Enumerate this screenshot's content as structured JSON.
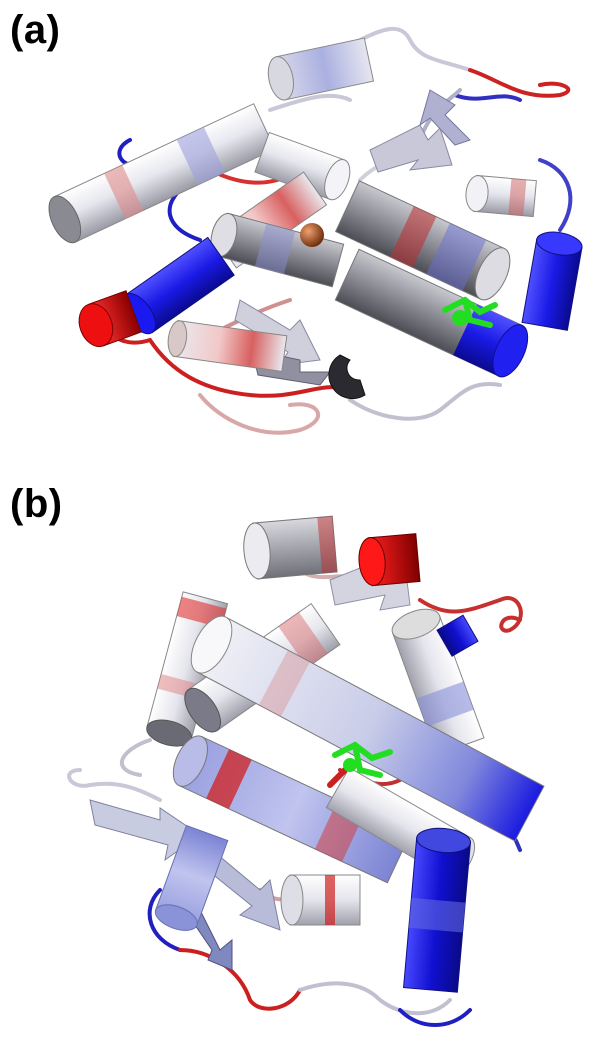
{
  "figure": {
    "panels": [
      {
        "id": "a",
        "label": "(a)"
      },
      {
        "id": "b",
        "label": "(b)"
      }
    ]
  },
  "colors": {
    "high": "#e00000",
    "low": "#1010e0",
    "neutral": "#e8e8ec",
    "ligand": "#22dd22",
    "metal": "#b5541e"
  }
}
